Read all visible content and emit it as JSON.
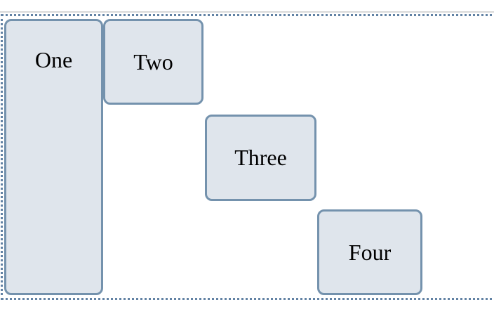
{
  "diagram": {
    "description": "staircase layout of four labeled boxes inside a dotted container outline",
    "boxes": [
      {
        "id": "one",
        "label": "One"
      },
      {
        "id": "two",
        "label": "Two"
      },
      {
        "id": "three",
        "label": "Three"
      },
      {
        "id": "four",
        "label": "Four"
      }
    ],
    "colors": {
      "box_fill": "#dfe5ec",
      "box_border": "#7492ad",
      "dotted_outline": "#6282a4",
      "hairline": "#d9d9d9",
      "text": "#000000",
      "background": "#ffffff"
    }
  }
}
